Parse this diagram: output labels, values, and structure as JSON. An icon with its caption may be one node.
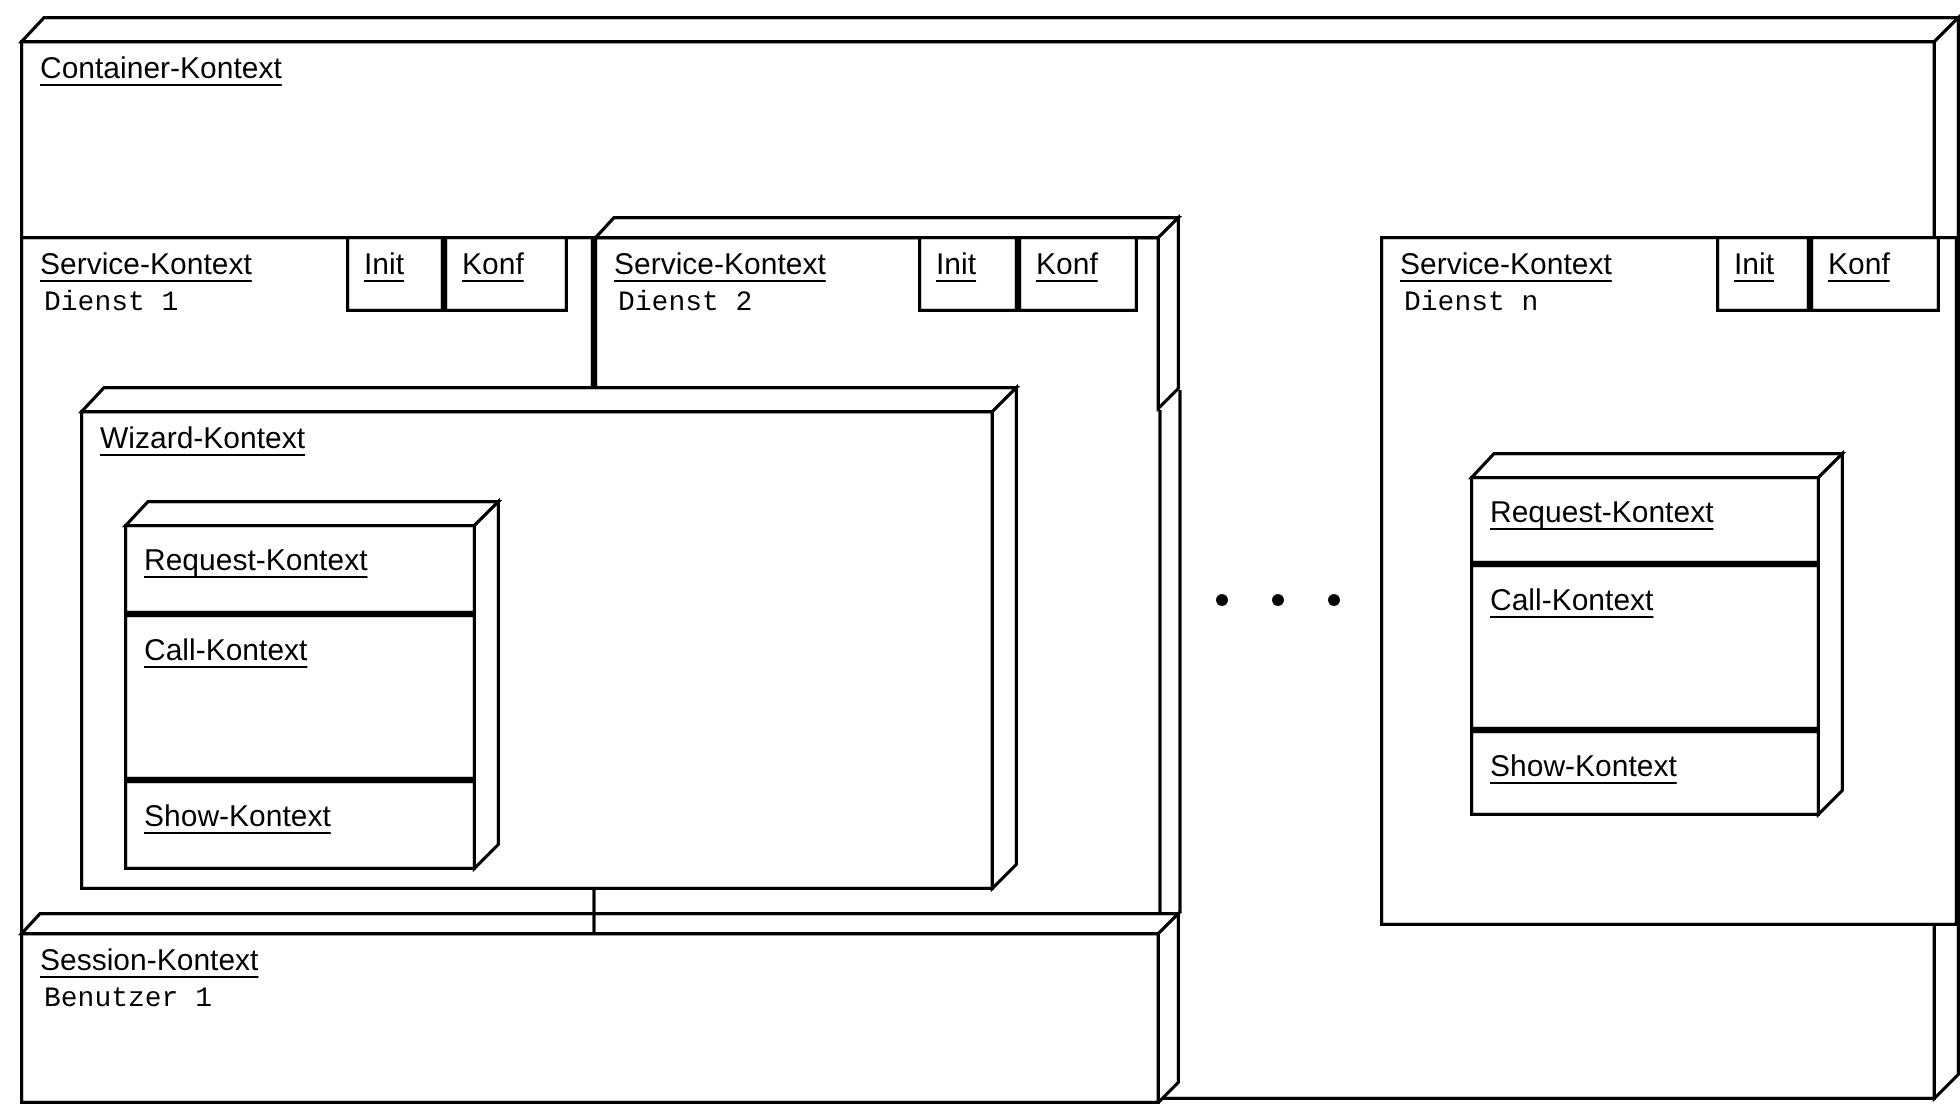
{
  "diagram": {
    "nodes": [
      {
        "text": [
          "Container-Kontext"
        ]
      },
      {
        "text": [
          "Service-Kontext",
          "Dienst 1"
        ],
        "in": 0
      },
      {
        "text": [
          "Init"
        ],
        "in": 1
      },
      {
        "text": [
          "Konf"
        ],
        "in": 1
      },
      {
        "text": [
          "Service-Kontext",
          "Dienst 2"
        ],
        "in": 0
      },
      {
        "text": [
          "Init"
        ],
        "in": 4
      },
      {
        "text": [
          "Konf"
        ],
        "in": 4
      },
      {
        "text": [
          "Wizard-Kontext"
        ],
        "in": 0
      },
      {
        "text": [],
        "shape": "box",
        "in": 7
      },
      {
        "text": [
          "Request-Kontext"
        ],
        "in": 8
      },
      {
        "text": [
          "Call-Kontext"
        ],
        "in": 8
      },
      {
        "text": [
          "Show-Kontext"
        ],
        "in": 8
      },
      {
        "text": [
          "Service-Kontext",
          "Dienst n"
        ],
        "in": 0
      },
      {
        "text": [
          "Init"
        ],
        "in": 12
      },
      {
        "text": [
          "Konf"
        ],
        "in": 12
      },
      {
        "text": [],
        "shape": "box",
        "in": 12
      },
      {
        "text": [
          "Request-Kontext"
        ],
        "in": 15
      },
      {
        "text": [
          "Call-Kontext"
        ],
        "in": 15
      },
      {
        "text": [
          "Show-Kontext"
        ],
        "in": 15
      },
      {
        "text": [
          "Session-Kontext",
          "Benutzer 1"
        ],
        "in": 0
      }
    ]
  }
}
